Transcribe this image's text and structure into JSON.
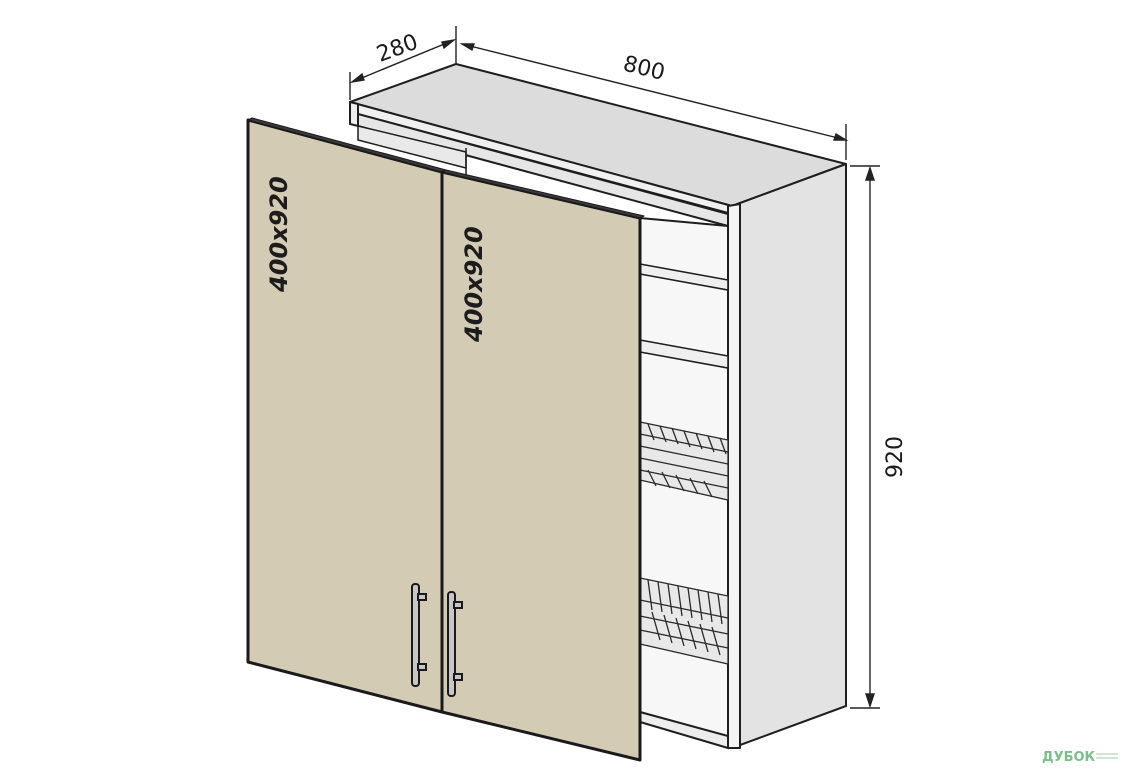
{
  "dimensions": {
    "depth": "280",
    "width": "800",
    "height": "920"
  },
  "doors": {
    "left_size": "400x920",
    "right_size": "400x920"
  },
  "watermark": {
    "text": "ДУБОК"
  },
  "colors": {
    "door_fill": "#d4cbb5",
    "carcass": "#ececec",
    "outline": "#1e1e1e"
  }
}
